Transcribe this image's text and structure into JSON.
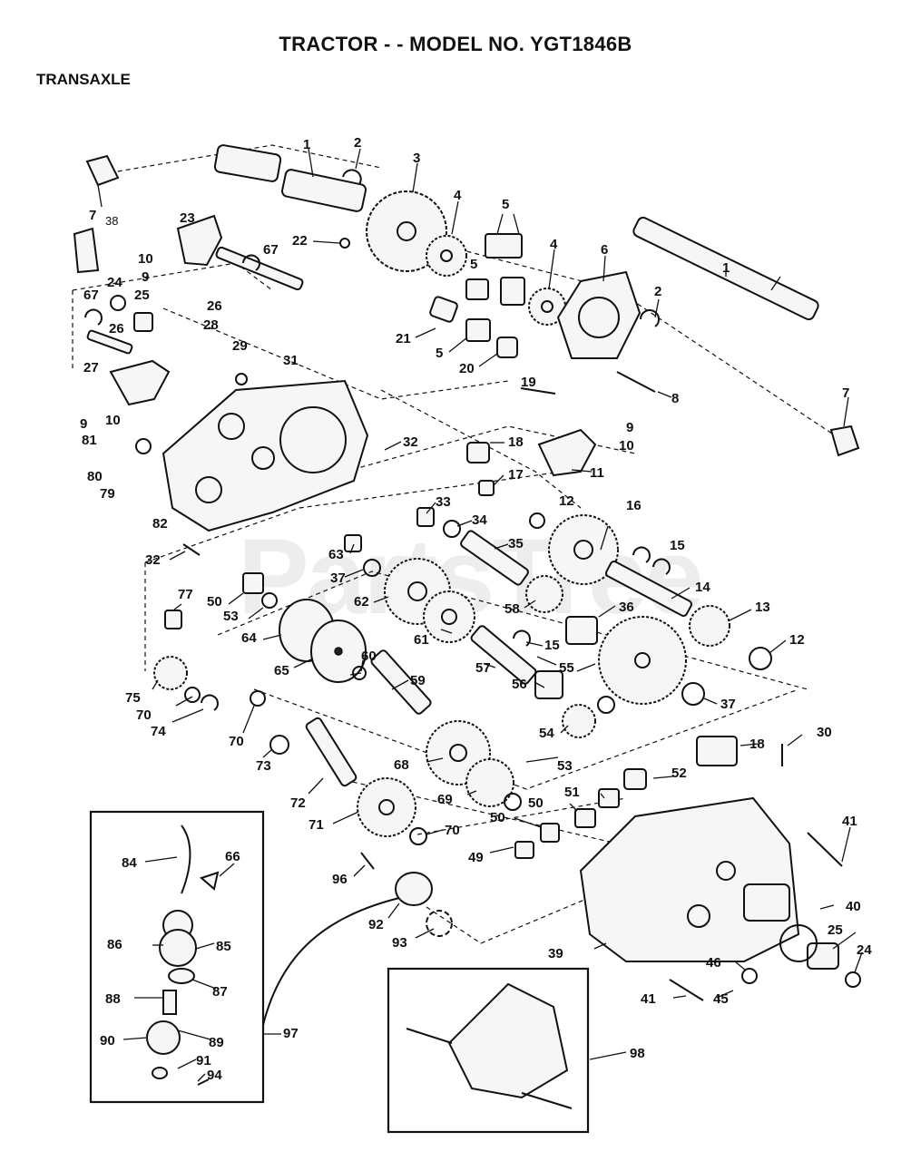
{
  "header": {
    "title": "TRACTOR - - MODEL NO. YGT1846B",
    "subtitle": "TRANSAXLE"
  },
  "watermark": "PartsTree",
  "callouts": [
    {
      "id": "c1",
      "text": "1"
    },
    {
      "id": "c2",
      "text": "2"
    },
    {
      "id": "c3",
      "text": "3"
    },
    {
      "id": "c4",
      "text": "4"
    },
    {
      "id": "c5",
      "text": "5"
    },
    {
      "id": "c5b",
      "text": "5"
    },
    {
      "id": "c4b",
      "text": "4"
    },
    {
      "id": "c6",
      "text": "6"
    },
    {
      "id": "c2b",
      "text": "2"
    },
    {
      "id": "c7",
      "text": "7"
    },
    {
      "id": "c38",
      "text": "38"
    },
    {
      "id": "c23",
      "text": "23"
    },
    {
      "id": "c22",
      "text": "22"
    },
    {
      "id": "c67",
      "text": "67"
    },
    {
      "id": "c10",
      "text": "10"
    },
    {
      "id": "c9",
      "text": "9"
    },
    {
      "id": "c67b",
      "text": "67"
    },
    {
      "id": "c24",
      "text": "24"
    },
    {
      "id": "c25",
      "text": "25"
    },
    {
      "id": "c26",
      "text": "26"
    },
    {
      "id": "c26b",
      "text": "26"
    },
    {
      "id": "c28",
      "text": "28"
    },
    {
      "id": "c29",
      "text": "29"
    },
    {
      "id": "c21",
      "text": "21"
    },
    {
      "id": "c5c",
      "text": "5"
    },
    {
      "id": "c20",
      "text": "20"
    },
    {
      "id": "c1b",
      "text": "1"
    },
    {
      "id": "c8",
      "text": "8"
    },
    {
      "id": "c7b",
      "text": "7"
    },
    {
      "id": "c31",
      "text": "31"
    },
    {
      "id": "c27",
      "text": "27"
    },
    {
      "id": "c9b",
      "text": "9"
    },
    {
      "id": "c10b",
      "text": "10"
    },
    {
      "id": "c81",
      "text": "81"
    },
    {
      "id": "c19",
      "text": "19"
    },
    {
      "id": "c9c",
      "text": "9"
    },
    {
      "id": "c10c",
      "text": "10"
    },
    {
      "id": "c32",
      "text": "32"
    },
    {
      "id": "c18",
      "text": "18"
    },
    {
      "id": "c11",
      "text": "11"
    },
    {
      "id": "c80",
      "text": "80"
    },
    {
      "id": "c79",
      "text": "79"
    },
    {
      "id": "c17",
      "text": "17"
    },
    {
      "id": "c33",
      "text": "33"
    },
    {
      "id": "c12",
      "text": "12"
    },
    {
      "id": "c16",
      "text": "16"
    },
    {
      "id": "c82",
      "text": "82"
    },
    {
      "id": "c34",
      "text": "34"
    },
    {
      "id": "c35",
      "text": "35"
    },
    {
      "id": "c15",
      "text": "15"
    },
    {
      "id": "c32b",
      "text": "32"
    },
    {
      "id": "c63",
      "text": "63"
    },
    {
      "id": "c37",
      "text": "37"
    },
    {
      "id": "c14",
      "text": "14"
    },
    {
      "id": "c77",
      "text": "77"
    },
    {
      "id": "c50",
      "text": "50"
    },
    {
      "id": "c62",
      "text": "62"
    },
    {
      "id": "c58",
      "text": "58"
    },
    {
      "id": "c36",
      "text": "36"
    },
    {
      "id": "c13",
      "text": "13"
    },
    {
      "id": "c53",
      "text": "53"
    },
    {
      "id": "c64",
      "text": "64"
    },
    {
      "id": "c61",
      "text": "61"
    },
    {
      "id": "c15b",
      "text": "15"
    },
    {
      "id": "c12b",
      "text": "12"
    },
    {
      "id": "c65",
      "text": "65"
    },
    {
      "id": "c60",
      "text": "60"
    },
    {
      "id": "c57",
      "text": "57"
    },
    {
      "id": "c55",
      "text": "55"
    },
    {
      "id": "c59",
      "text": "59"
    },
    {
      "id": "c75",
      "text": "75"
    },
    {
      "id": "c70",
      "text": "70"
    },
    {
      "id": "c56",
      "text": "56"
    },
    {
      "id": "c37b",
      "text": "37"
    },
    {
      "id": "c74",
      "text": "74"
    },
    {
      "id": "c70b",
      "text": "70"
    },
    {
      "id": "c54",
      "text": "54"
    },
    {
      "id": "c30",
      "text": "30"
    },
    {
      "id": "c73",
      "text": "73"
    },
    {
      "id": "c68",
      "text": "68"
    },
    {
      "id": "c18b",
      "text": "18"
    },
    {
      "id": "c53b",
      "text": "53"
    },
    {
      "id": "c52",
      "text": "52"
    },
    {
      "id": "c72",
      "text": "72"
    },
    {
      "id": "c69",
      "text": "69"
    },
    {
      "id": "c51",
      "text": "51"
    },
    {
      "id": "c50b",
      "text": "50"
    },
    {
      "id": "c71",
      "text": "71"
    },
    {
      "id": "c50c",
      "text": "50"
    },
    {
      "id": "c70c",
      "text": "70"
    },
    {
      "id": "c41",
      "text": "41"
    },
    {
      "id": "c84",
      "text": "84"
    },
    {
      "id": "c66",
      "text": "66"
    },
    {
      "id": "c49",
      "text": "49"
    },
    {
      "id": "c96",
      "text": "96"
    },
    {
      "id": "c40",
      "text": "40"
    },
    {
      "id": "c92",
      "text": "92"
    },
    {
      "id": "c93",
      "text": "93"
    },
    {
      "id": "c25b",
      "text": "25"
    },
    {
      "id": "c86",
      "text": "86"
    },
    {
      "id": "c85",
      "text": "85"
    },
    {
      "id": "c39",
      "text": "39"
    },
    {
      "id": "c24b",
      "text": "24"
    },
    {
      "id": "c46",
      "text": "46"
    },
    {
      "id": "c87",
      "text": "87"
    },
    {
      "id": "c41b",
      "text": "41"
    },
    {
      "id": "c45",
      "text": "45"
    },
    {
      "id": "c88",
      "text": "88"
    },
    {
      "id": "c89",
      "text": "89"
    },
    {
      "id": "c97",
      "text": "97"
    },
    {
      "id": "c90",
      "text": "90"
    },
    {
      "id": "c91",
      "text": "91"
    },
    {
      "id": "c94",
      "text": "94"
    },
    {
      "id": "c98",
      "text": "98"
    }
  ]
}
